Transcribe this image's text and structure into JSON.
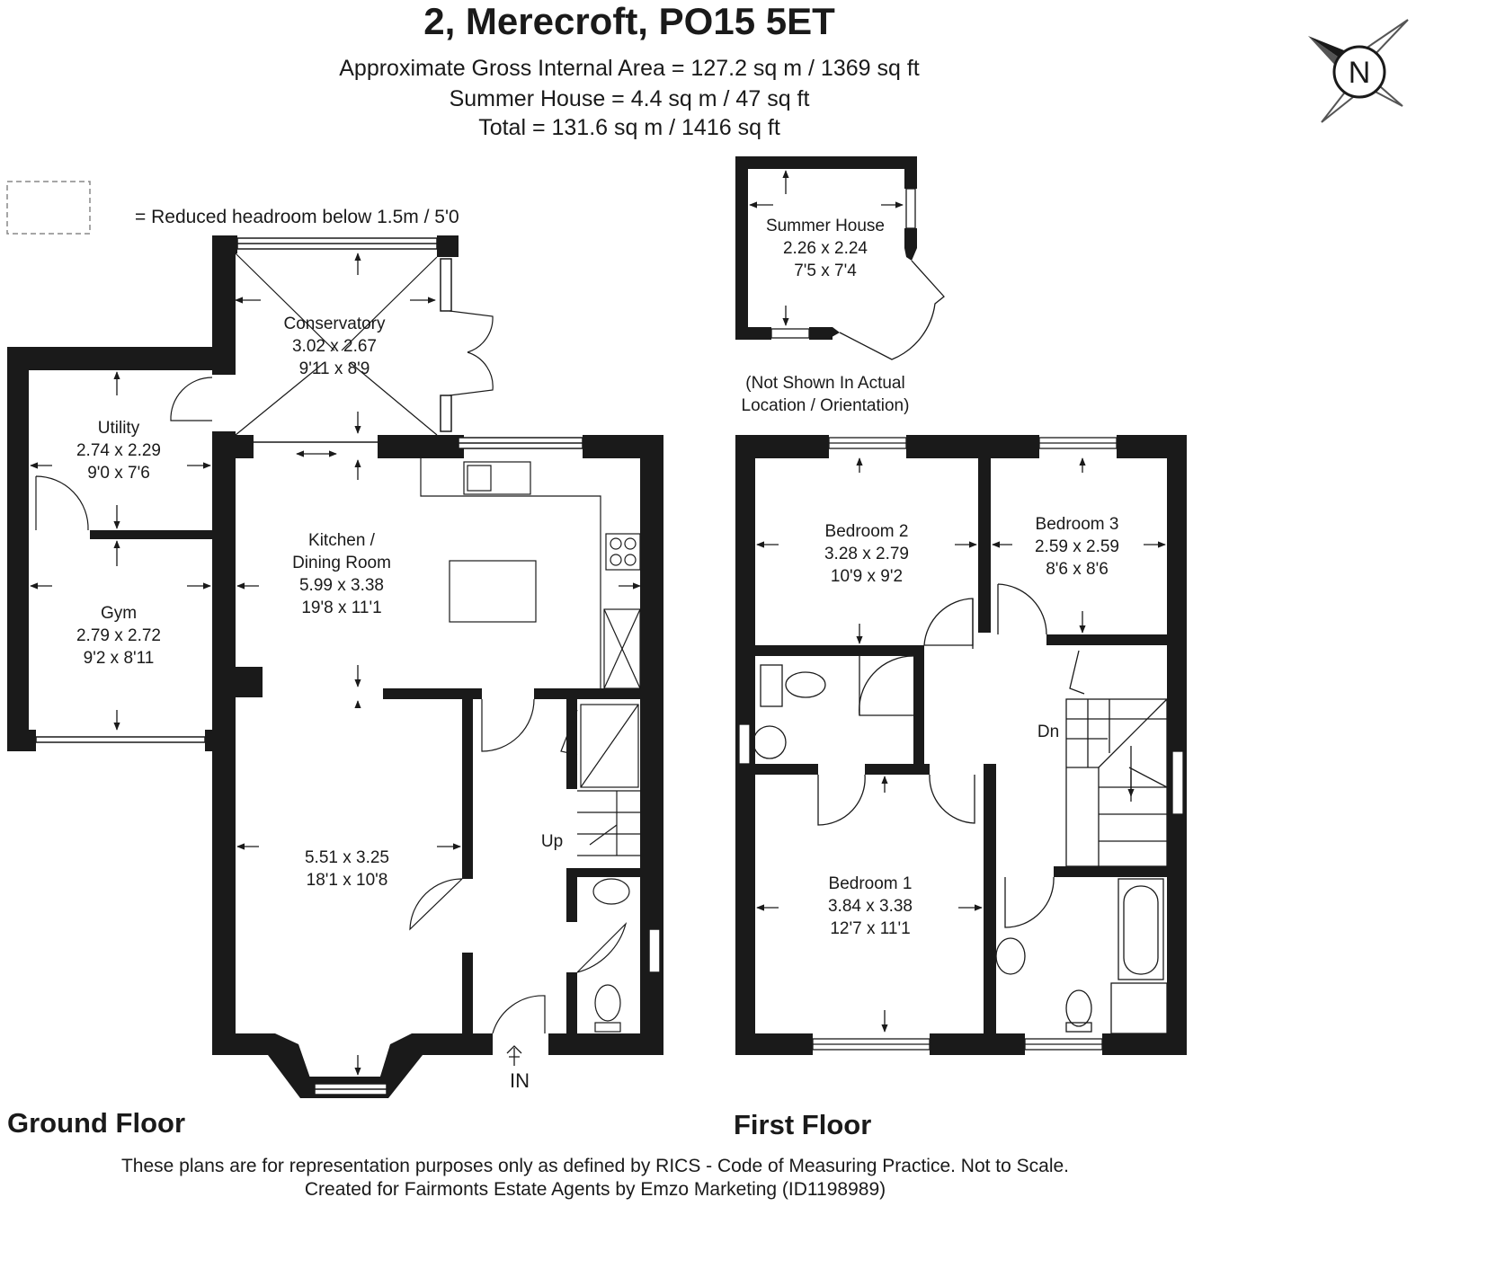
{
  "header": {
    "title": "2, Merecroft, PO15 5ET",
    "area_lines": [
      "Approximate Gross Internal Area = 127.2 sq m / 1369 sq ft",
      "Summer House = 4.4 sq m / 47 sq ft",
      "Total = 131.6 sq m / 1416 sq ft"
    ]
  },
  "compass": {
    "label": "N"
  },
  "legend": {
    "text": "= Reduced headroom below 1.5m / 5'0"
  },
  "rooms": {
    "conservatory": [
      "Conservatory",
      "3.02 x 2.67",
      "9'11 x 8'9"
    ],
    "utility": [
      "Utility",
      "2.74 x 2.29",
      "9'0 x 7'6"
    ],
    "gym": [
      "Gym",
      "2.79 x 2.72",
      "9'2 x 8'11"
    ],
    "kitchen": [
      "Kitchen /",
      "Dining Room",
      "5.99 x 3.38",
      "19'8 x 11'1"
    ],
    "living": [
      "5.51 x 3.25",
      "18'1 x 10'8"
    ],
    "summer_house": [
      "Summer House",
      "2.26 x 2.24",
      "7'5 x 7'4"
    ],
    "summer_note": [
      "(Not Shown In Actual",
      "Location / Orientation)"
    ],
    "bedroom2": [
      "Bedroom 2",
      "3.28 x 2.79",
      "10'9 x 9'2"
    ],
    "bedroom3": [
      "Bedroom 3",
      "2.59 x 2.59",
      "8'6 x 8'6"
    ],
    "bedroom1": [
      "Bedroom 1",
      "3.84 x 3.38",
      "12'7 x 11'1"
    ]
  },
  "stairs": {
    "up": "Up",
    "down": "Dn"
  },
  "entrance": {
    "label": "IN"
  },
  "floors": {
    "ground": "Ground Floor",
    "first": "First Floor"
  },
  "footer": {
    "line1": "These plans are for representation purposes only as defined by RICS - Code of Measuring Practice. Not to Scale.",
    "line2": "Created for Fairmonts Estate Agents by Emzo Marketing (ID1198989)"
  }
}
